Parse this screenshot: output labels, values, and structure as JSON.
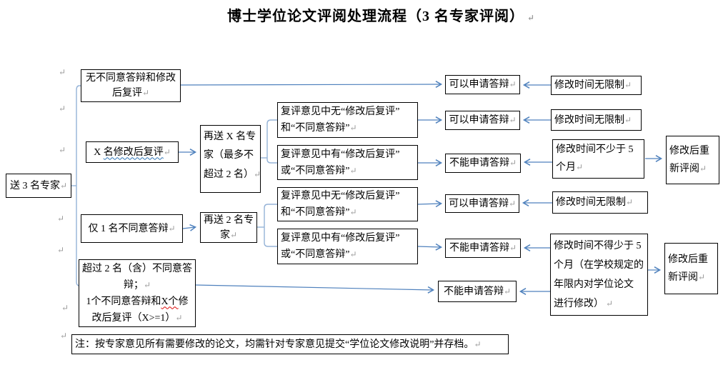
{
  "colors": {
    "connector": "#4f81bd",
    "bracket": "#95b3d7",
    "box_border": "#000000",
    "pilcrow_gray": "#9a9a9a",
    "squiggle_red": "#dd0806",
    "squiggle_blue": "#2e75b6"
  },
  "marks": {
    "pilcrow": "↵"
  },
  "title": {
    "lines": [
      [
        {
          "t": "博士学位论文评阅处理流程（3 名专家评阅）"
        },
        {
          "t": " ↵",
          "c": "pilcrow"
        }
      ]
    ]
  },
  "nodes": {
    "start": {
      "lines": [
        [
          {
            "t": "送 3 名专家"
          },
          {
            "t": "↵",
            "c": "pilcrow"
          }
        ]
      ]
    },
    "no_objection": {
      "lines": [
        [
          {
            "t": "无不同意答辩和修改"
          }
        ],
        [
          {
            "t": "后复评"
          },
          {
            "t": "↵",
            "c": "pilcrow"
          }
        ]
      ]
    },
    "x_revise": {
      "lines": [
        [
          {
            "t": "X "
          },
          {
            "t": "名修改后复评",
            "c": "sq-blue"
          },
          {
            "t": "↵",
            "c": "pilcrow"
          }
        ]
      ]
    },
    "one_disagree": {
      "lines": [
        [
          {
            "t": "仅 1 名不同意答辩"
          },
          {
            "t": "↵",
            "c": "pilcrow"
          }
        ]
      ]
    },
    "over_two": {
      "lines": [
        [
          {
            "t": "超过 2 名（含）不同意答"
          }
        ],
        [
          {
            "t": "辩；"
          },
          {
            "t": "↵",
            "c": "pilcrow"
          }
        ],
        [
          {
            "t": "1个不同意答辩和"
          },
          {
            "t": "X个",
            "c": "sq-red"
          },
          {
            "t": "修"
          }
        ],
        [
          {
            "t": "改后复评（X>=1）"
          },
          {
            "t": "↵",
            "c": "pilcrow"
          }
        ]
      ]
    },
    "resend_x": {
      "lines": [
        [
          {
            "t": "再送 X 名专"
          }
        ],
        [
          {
            "t": "家（最多不"
          }
        ],
        [
          {
            "t": "超过 2 名）"
          },
          {
            "t": "↵",
            "c": "pilcrow"
          }
        ]
      ]
    },
    "resend_2": {
      "lines": [
        [
          {
            "t": "再送 2 名专"
          }
        ],
        [
          {
            "t": "家"
          },
          {
            "t": "↵",
            "c": "pilcrow"
          }
        ]
      ]
    },
    "review_none_1": {
      "lines": [
        [
          {
            "t": "复评意见中无“修改后复评”"
          }
        ],
        [
          {
            "t": "和“不同意答辩”"
          },
          {
            "t": "↵",
            "c": "pilcrow"
          }
        ]
      ]
    },
    "review_has_1": {
      "lines": [
        [
          {
            "t": "复评意见中有“修改后复评”"
          }
        ],
        [
          {
            "t": "或“不同意答辩”"
          },
          {
            "t": "↵",
            "c": "pilcrow"
          }
        ]
      ]
    },
    "review_none_2": {
      "lines": [
        [
          {
            "t": "复评意见中无“修改后复评”"
          }
        ],
        [
          {
            "t": "和“不同意答辩”"
          },
          {
            "t": "↵",
            "c": "pilcrow"
          }
        ]
      ]
    },
    "review_has_2": {
      "lines": [
        [
          {
            "t": "复评意见中有“修改后复评”"
          }
        ],
        [
          {
            "t": "或“不同意答辩”"
          },
          {
            "t": "↵",
            "c": "pilcrow"
          }
        ]
      ]
    },
    "can_defend_1": {
      "lines": [
        [
          {
            "t": "可以申请答辩"
          },
          {
            "t": "↵",
            "c": "pilcrow"
          }
        ]
      ]
    },
    "can_defend_2": {
      "lines": [
        [
          {
            "t": "可以申请答辩"
          },
          {
            "t": "↵",
            "c": "pilcrow"
          }
        ]
      ]
    },
    "cannot_defend_1": {
      "lines": [
        [
          {
            "t": "不能申请答辩"
          },
          {
            "t": "↵",
            "c": "pilcrow"
          }
        ]
      ]
    },
    "can_defend_3": {
      "lines": [
        [
          {
            "t": "可以申请答辩"
          },
          {
            "t": "↵",
            "c": "pilcrow"
          }
        ]
      ]
    },
    "cannot_defend_2": {
      "lines": [
        [
          {
            "t": "不能申请答辩"
          },
          {
            "t": "↵",
            "c": "pilcrow"
          }
        ]
      ]
    },
    "cannot_defend_3": {
      "lines": [
        [
          {
            "t": "不能申请答辩"
          },
          {
            "t": "↵",
            "c": "pilcrow"
          }
        ]
      ]
    },
    "no_limit_1": {
      "lines": [
        [
          {
            "t": "修改时间无限制"
          },
          {
            "t": "↵",
            "c": "pilcrow"
          }
        ]
      ]
    },
    "no_limit_2": {
      "lines": [
        [
          {
            "t": "修改时间无限制"
          },
          {
            "t": "↵",
            "c": "pilcrow"
          }
        ]
      ]
    },
    "min5": {
      "lines": [
        [
          {
            "t": "修改时间不少于 5"
          }
        ],
        [
          {
            "t": "个月"
          },
          {
            "t": "↵",
            "c": "pilcrow"
          }
        ]
      ]
    },
    "no_limit_3": {
      "lines": [
        [
          {
            "t": "修改时间无限制"
          },
          {
            "t": "↵",
            "c": "pilcrow"
          }
        ]
      ]
    },
    "min5_detail": {
      "lines": [
        [
          {
            "t": "修改时间不得少于 5"
          }
        ],
        [
          {
            "t": "个月（在学校规定的"
          }
        ],
        [
          {
            "t": "年限内对学位论文"
          }
        ],
        [
          {
            "t": "进行修改）"
          },
          {
            "t": " ↵",
            "c": "pilcrow"
          }
        ]
      ]
    },
    "rereview_1": {
      "lines": [
        [
          {
            "t": "修改后重"
          }
        ],
        [
          {
            "t": "新评阅"
          },
          {
            "t": "↵",
            "c": "pilcrow"
          }
        ]
      ]
    },
    "rereview_2": {
      "lines": [
        [
          {
            "t": "修改后重"
          }
        ],
        [
          {
            "t": "新评阅"
          },
          {
            "t": "↵",
            "c": "pilcrow"
          }
        ]
      ]
    }
  },
  "note": {
    "lines": [
      [
        {
          "t": "注：按专家意见所有需要修改的论文，均需针对专家意见提交“学位论文修改说明”并存档。"
        },
        {
          "t": "↵",
          "c": "pilcrow"
        }
      ]
    ]
  }
}
